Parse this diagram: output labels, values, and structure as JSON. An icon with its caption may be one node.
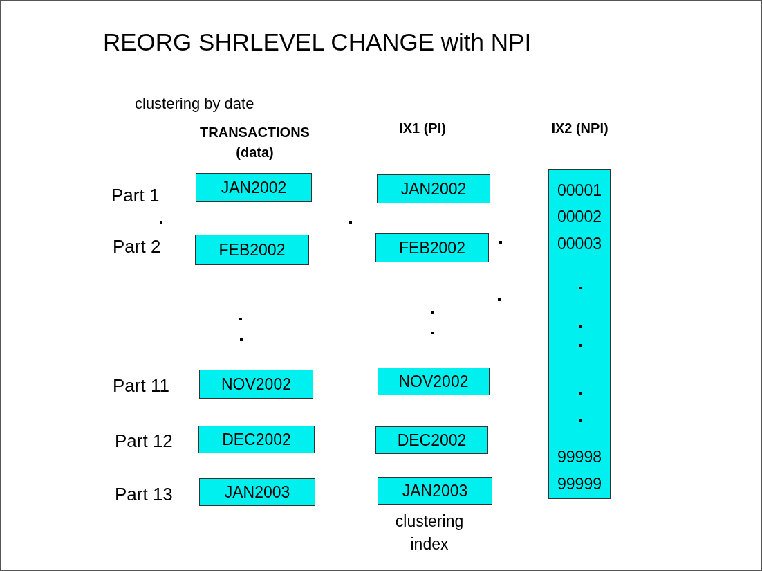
{
  "diagram": {
    "title": "REORG SHRLEVEL CHANGE with NPI",
    "nodes": [
      {
        "text": [
          "JAN2002"
        ]
      },
      {
        "text": [
          "FEB2002"
        ]
      },
      {
        "text": [
          "NOV2002"
        ]
      },
      {
        "text": [
          "DEC2002"
        ]
      },
      {
        "text": [
          "JAN2003"
        ]
      },
      {
        "text": [
          "JAN2002"
        ]
      },
      {
        "text": [
          "FEB2002"
        ]
      },
      {
        "text": [
          "NOV2002"
        ]
      },
      {
        "text": [
          "DEC2002"
        ]
      },
      {
        "text": [
          "JAN2003"
        ]
      },
      {
        "text": [
          "00001",
          "00002",
          "00003",
          "99998",
          "99999"
        ]
      }
    ],
    "labels": [
      "clustering by date",
      "TRANSACTIONS (data)",
      "IX1 (PI)",
      "IX2 (NPI)",
      "Part 1",
      "Part 2",
      "Part 11",
      "Part 12",
      "Part 13",
      "clustering index"
    ]
  }
}
